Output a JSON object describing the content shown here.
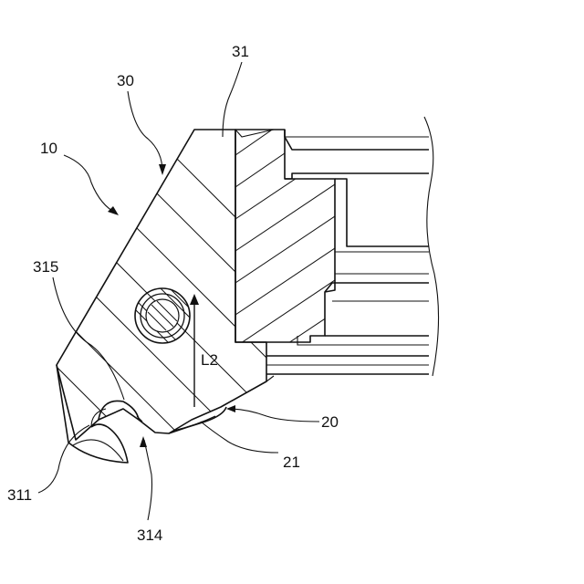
{
  "figure": {
    "labels": {
      "l10": "10",
      "l20": "20",
      "l21": "21",
      "l30": "30",
      "l31": "31",
      "l311": "311",
      "l314": "314",
      "l315": "315",
      "lL2": "L2"
    }
  }
}
